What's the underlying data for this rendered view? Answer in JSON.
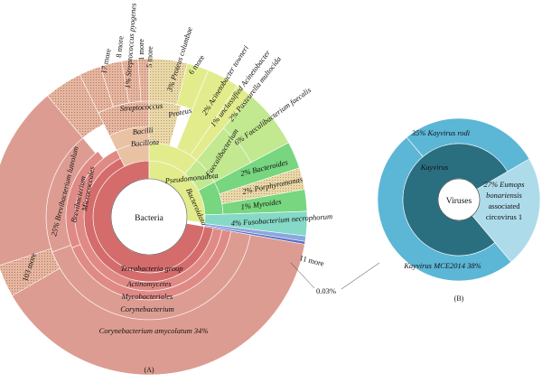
{
  "panel_a": {
    "caption": "(A)",
    "center_label": "Bacteria",
    "labels": {
      "brevibacterium_luteolum": "25% Brevibacterium luteolum",
      "brevibacterium": "Brevibacterium",
      "micrococcales": "Micrococcales",
      "more_103": "103 more",
      "more_17": "17 more",
      "more_8": "8 more",
      "streptococcus_pyogenes": "1% Streptococcus pyogenes",
      "more_1": "1 more",
      "more_5": "5 more",
      "streptococcus": "Streptococcus",
      "bacilli": "Bacilli",
      "bacillota": "Bacillota",
      "proteus": "Proteus",
      "proteus_columbae": "3% Proteus columbae",
      "more_6": "6 more",
      "acinetobacter_towneri": "2% Acinetobacter towneri",
      "unclassified_acinetobacter": "1% unclassified Acinetobacter",
      "pasteurella_multocida": "2% Pasteurella multocida",
      "pseudomonadota": "Pseudomonadota",
      "faecalibacterium": "Faecalibacterium",
      "faecalibacterium_faecalis": "6% Faecalibacterium faecalis",
      "bacteroides": "2% Bacteroides",
      "porphyromonas": "2% Porphyromonas",
      "myroides": "1% Myroides",
      "bacteroidota": "Bacteroidota",
      "fusobacterium_necrophorum": "4% Fusobacterium necrophorum",
      "more_11": "11 more",
      "pct_003": "0.03%",
      "terrabacteria": "Terrabacteria group",
      "actinomycetes": "Actinomycetes",
      "mycobacteriales": "Mycobacteriales",
      "corynebacterium": "Corynebacterium",
      "corynebacterium_amycolatum": "Corynebacterium amycolatum 34%"
    }
  },
  "panel_b": {
    "caption": "(B)",
    "center_label": "Viruses",
    "kayvirus_rodi": "35% Kayvirus rodi",
    "kayvirus": "Kayvirus",
    "kayvirus_mce": "Kayvirus MCE2014 38%",
    "circovirus_lines": [
      "27% Eumops",
      "bonariensis",
      "associated",
      "circovirus 1"
    ]
  },
  "colors": {
    "actino_inner": "#d46c6c",
    "actino_mid": "#e08a86",
    "actino_outer": "#dd9c92",
    "bacillota": "#e9c1a3",
    "proteo": "#e3ec8c",
    "faecali": "#c2e890",
    "bacteroid": "#77d67f",
    "fuso": "#85d9c6",
    "virus_outer": "#5cb6d6",
    "virus_inner": "#2a6f80",
    "virus_light": "#aedbe9"
  }
}
